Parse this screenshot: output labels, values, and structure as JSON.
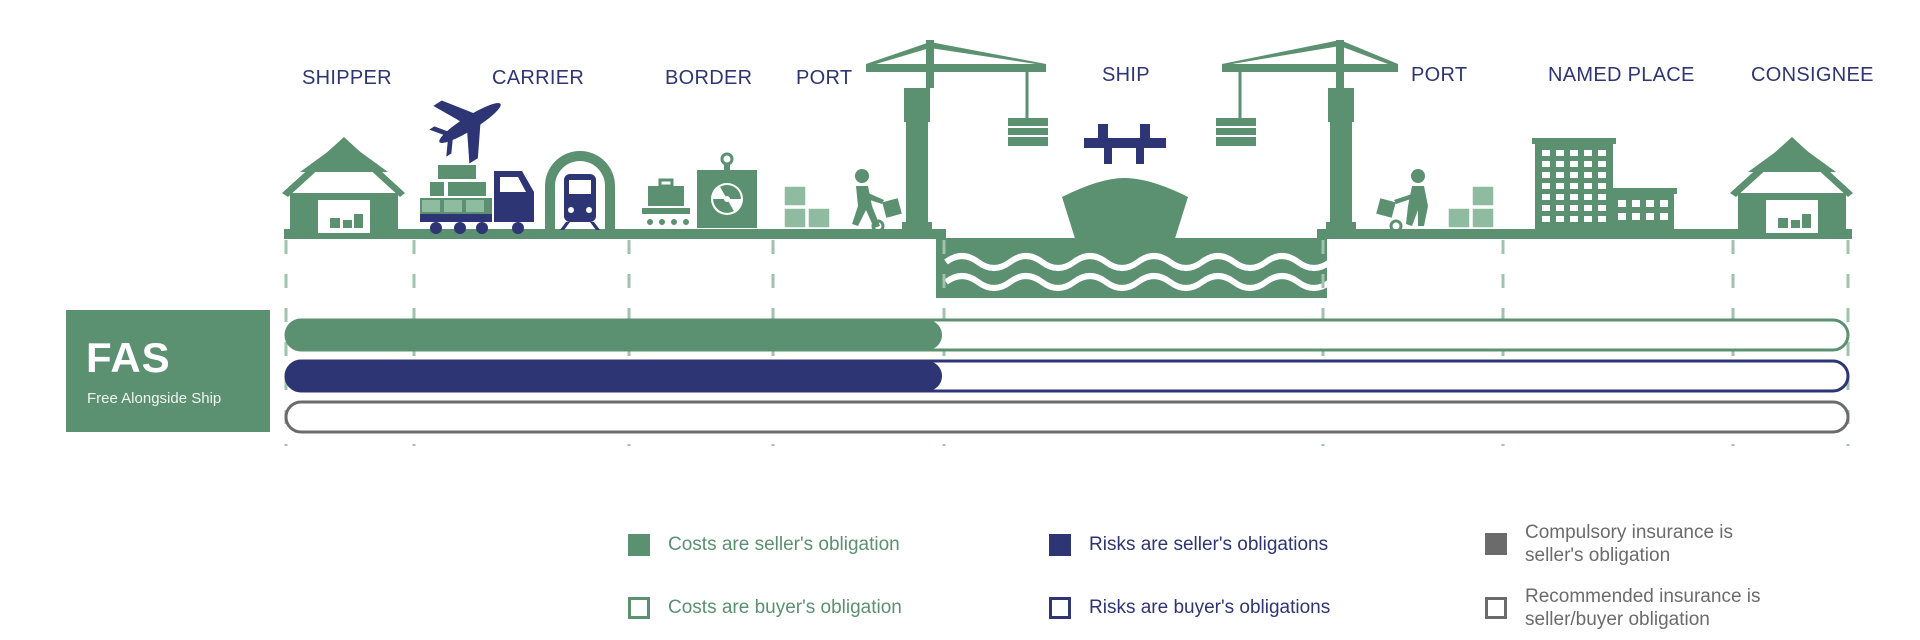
{
  "colors": {
    "green": "#5b9070",
    "navy": "#2e3574",
    "gray": "#6b6b6b",
    "dash": "#9fc3ad",
    "light_green": "#8fbca0"
  },
  "stages": [
    {
      "id": "shipper",
      "label": "SHIPPER"
    },
    {
      "id": "carrier",
      "label": "CARRIER"
    },
    {
      "id": "border",
      "label": "BORDER"
    },
    {
      "id": "port-origin",
      "label": "PORT"
    },
    {
      "id": "ship",
      "label": "SHIP"
    },
    {
      "id": "port-destination",
      "label": "PORT"
    },
    {
      "id": "named-place",
      "label": "NAMED PLACE"
    },
    {
      "id": "consignee",
      "label": "CONSIGNEE"
    }
  ],
  "term": {
    "code": "FAS",
    "name": "Free Alongside Ship"
  },
  "obligation_bars": [
    {
      "id": "costs",
      "seller_share": 0.42,
      "color": "green"
    },
    {
      "id": "risks",
      "seller_share": 0.42,
      "color": "navy"
    },
    {
      "id": "insurance",
      "seller_share": 0,
      "color": "gray"
    }
  ],
  "legend": {
    "costs_seller": "Costs are seller's obligation",
    "costs_buyer": "Costs are buyer's obligation",
    "risks_seller": "Risks are seller's obligations",
    "risks_buyer": "Risks are buyer's obligations",
    "insurance_compulsory_line1": "Compulsory insurance is",
    "insurance_compulsory_line2": "seller's obligation",
    "insurance_recommended_line1": "Recommended insurance is",
    "insurance_recommended_line2": "seller/buyer obligation"
  },
  "icons": [
    "warehouse-icon",
    "airplane-icon",
    "truck-icon",
    "train-icon",
    "baggage-scanner-icon",
    "radiation-box-icon",
    "crates-icon",
    "porter-with-handcart-icon",
    "crane-icon",
    "ship-icon",
    "waves-icon",
    "office-building-icon"
  ]
}
